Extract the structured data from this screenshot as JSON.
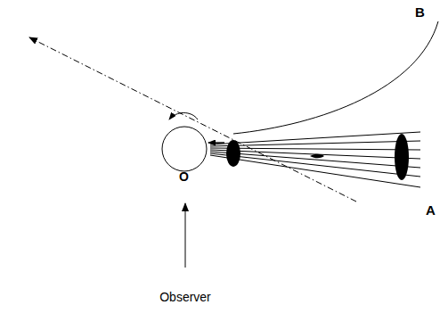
{
  "diagram": {
    "labels": [
      "B",
      "A",
      "O",
      "Observer"
    ]
  }
}
